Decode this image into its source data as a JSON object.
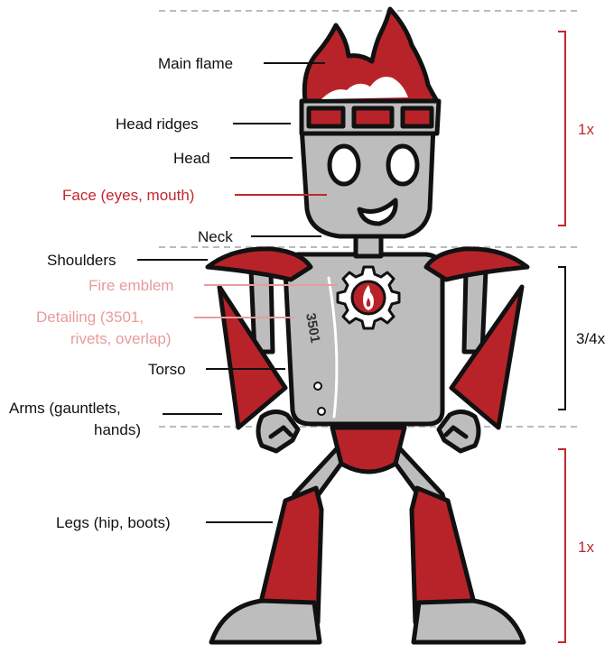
{
  "colors": {
    "outline": "#111111",
    "body_gray": "#bdbdbd",
    "dark_gray": "#9e9e9e",
    "armor_red": "#b8232a",
    "label_red": "#c0282e",
    "label_pink": "#e89b9b",
    "guide_gray": "#bbbbbb"
  },
  "labels": {
    "main_flame": "Main flame",
    "head_ridges": "Head ridges",
    "head": "Head",
    "face": "Face (eyes, mouth)",
    "neck": "Neck",
    "shoulders": "Shoulders",
    "fire_emblem": "Fire emblem",
    "detailing_line1": "Detailing (3501,",
    "detailing_line2": "rivets, overlap)",
    "torso": "Torso",
    "arms_line1": "Arms (gauntlets,",
    "arms_line2": "hands)",
    "legs": "Legs (hip, boots)"
  },
  "proportions": {
    "head": "1x",
    "torso": "3/4x",
    "legs": "1x"
  },
  "torso_number": "3501"
}
